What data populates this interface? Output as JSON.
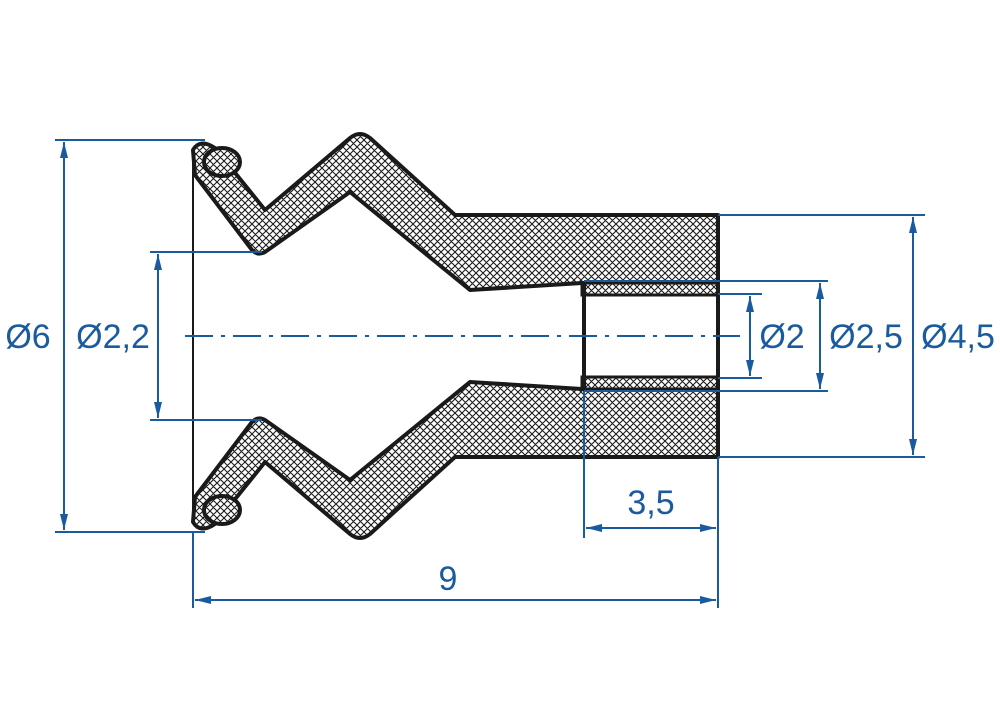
{
  "drawing": {
    "dimension_color": "#1a5a9e",
    "outline_color": "#1a1a1a",
    "hatch_color": "#1a1a1a",
    "background_color": "#ffffff"
  },
  "dimensions": {
    "outer_diameter": "Ø6",
    "lip_inner_diameter": "Ø2,2",
    "bore_diameter": "Ø2",
    "bore_outer_diameter": "Ø2,5",
    "body_diameter": "Ø4,5",
    "bore_depth": "3,5",
    "total_length": "9"
  }
}
